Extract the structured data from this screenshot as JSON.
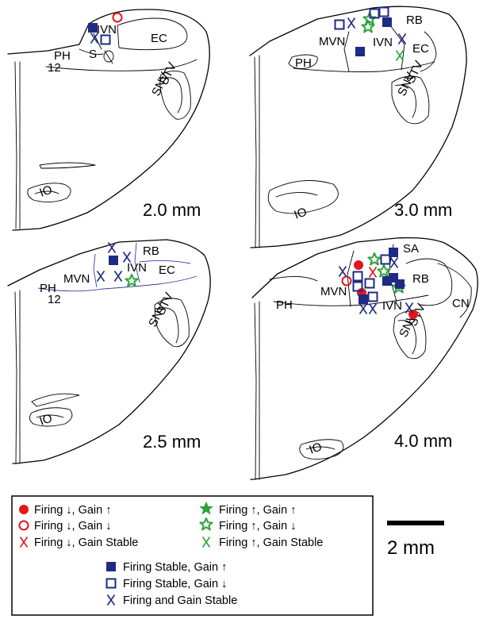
{
  "colors": {
    "red": "#e3161b",
    "green": "#2aa43a",
    "navy": "#1f2a84",
    "outline": "#000000"
  },
  "panels": [
    {
      "depth": "2.0 mm",
      "labels": [
        "IVN",
        "EC",
        "PH",
        "12",
        "S",
        "STV",
        "SNV",
        "IO"
      ],
      "markers": [
        "firing-down-gain-down",
        "firing-stable-gain-up",
        "firing-stable-gain-down",
        "firing-gain-stable"
      ]
    },
    {
      "depth": "3.0 mm",
      "labels": [
        "RB",
        "MVN",
        "IVN",
        "EC",
        "PH",
        "STV",
        "SNV",
        "IO"
      ],
      "markers": [
        "firing-up-gain-down",
        "firing-stable-gain-up",
        "firing-stable-gain-down",
        "firing-gain-stable",
        "firing-up-gain-stable"
      ]
    },
    {
      "depth": "2.5 mm",
      "labels": [
        "RB",
        "IVN",
        "EC",
        "MVN",
        "PH",
        "12",
        "STV",
        "SNV",
        "IO"
      ],
      "markers": [
        "firing-up-gain-down",
        "firing-stable-gain-up",
        "firing-gain-stable"
      ]
    },
    {
      "depth": "4.0 mm",
      "labels": [
        "SA",
        "RB",
        "MVN",
        "IVN",
        "PH",
        "CN",
        "STV",
        "SNV",
        "IO"
      ],
      "markers": [
        "firing-down-gain-up",
        "firing-down-gain-down",
        "firing-down-gain-stable",
        "firing-up-gain-down",
        "firing-stable-gain-up",
        "firing-stable-gain-down",
        "firing-gain-stable"
      ]
    }
  ],
  "legend": [
    {
      "symbol": "red-filled-circle",
      "label": "Firing ↓, Gain ↑"
    },
    {
      "symbol": "red-open-circle",
      "label": "Firing ↓, Gain ↓"
    },
    {
      "symbol": "red-x",
      "label": "Firing ↓, Gain Stable"
    },
    {
      "symbol": "green-filled-star",
      "label": "Firing ↑, Gain ↑"
    },
    {
      "symbol": "green-open-star",
      "label": "Firing ↑, Gain ↓"
    },
    {
      "symbol": "green-x",
      "label": "Firing ↑, Gain Stable"
    },
    {
      "symbol": "navy-filled-square",
      "label": "Firing Stable, Gain ↑"
    },
    {
      "symbol": "navy-open-square",
      "label": "Firing Stable, Gain ↓"
    },
    {
      "symbol": "navy-x",
      "label": "Firing and Gain Stable"
    }
  ],
  "scale_bar": {
    "label": "2 mm"
  }
}
